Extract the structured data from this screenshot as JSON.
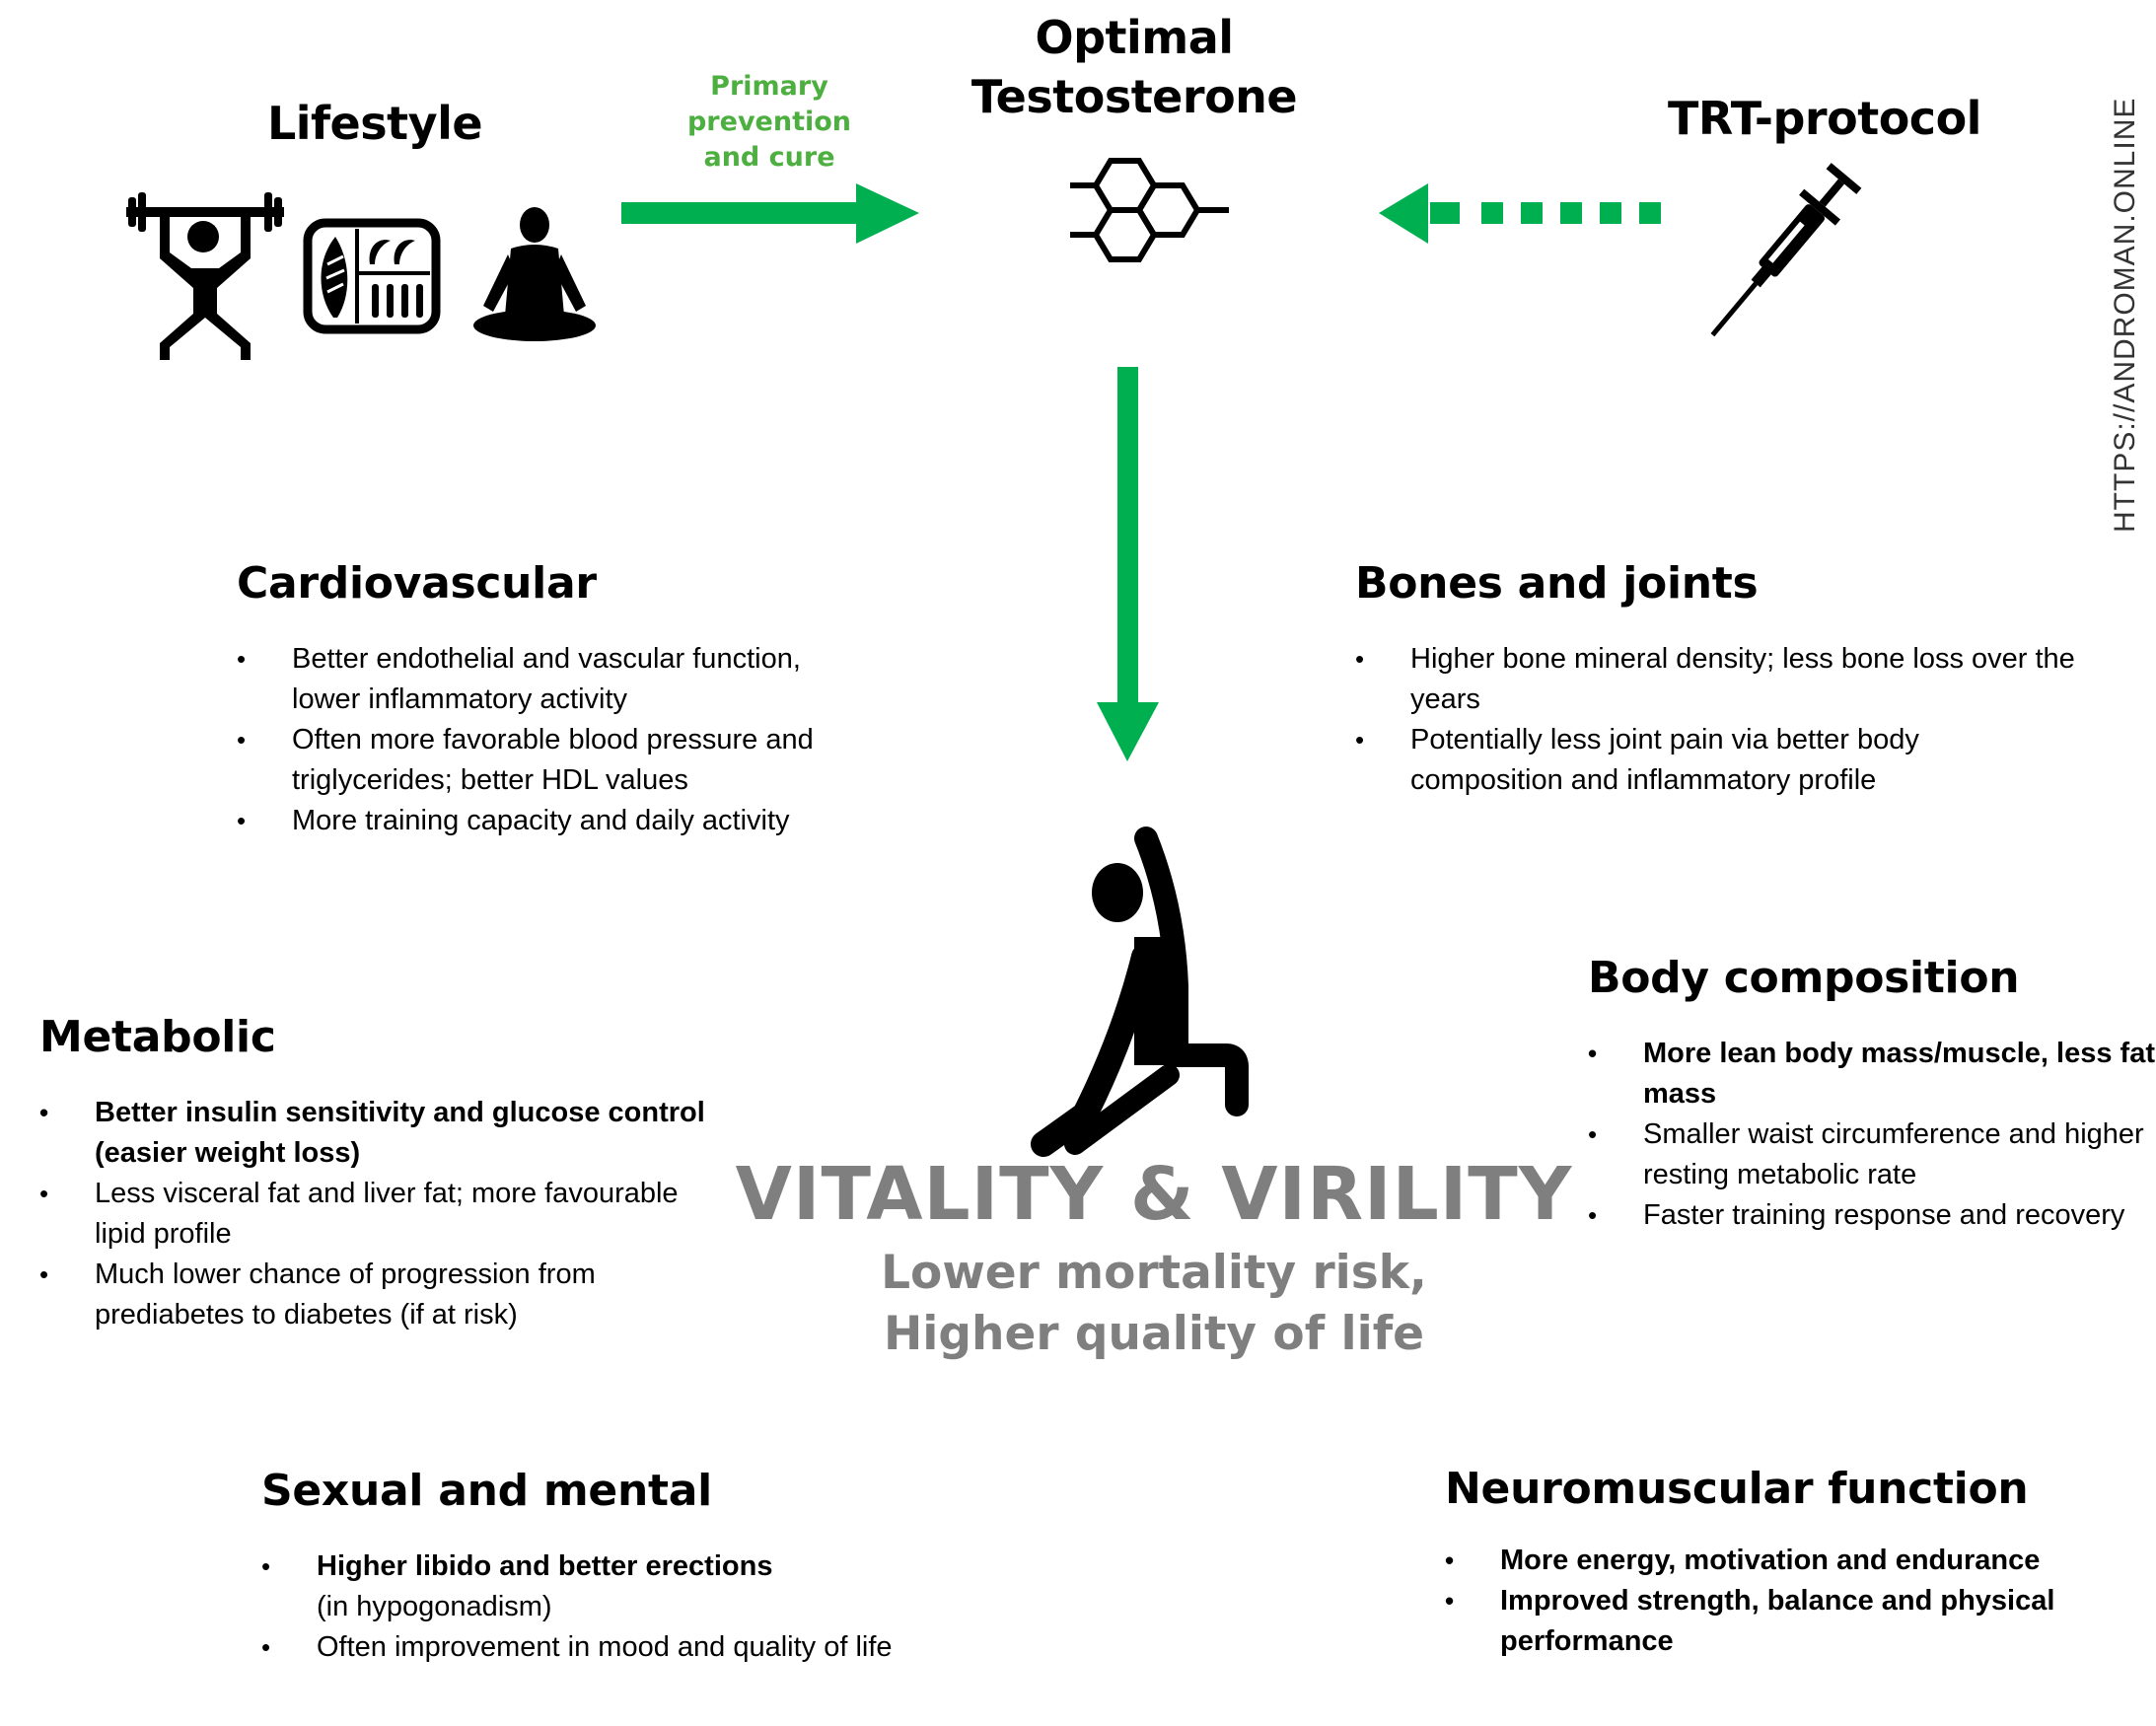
{
  "header": {
    "lifestyle_title": "Lifestyle",
    "center_title_line1": "Optimal",
    "center_title_line2": "Testosterone",
    "trt_title": "TRT-protocol",
    "arrow_label_line1": "Primary",
    "arrow_label_line2": "prevention",
    "arrow_label_line3": "and cure"
  },
  "icons": {
    "weightlifting": "weightlifter-icon",
    "nutrition": "meal-tray-icon",
    "meditation": "meditation-icon",
    "molecule": "steroid-molecule-icon",
    "syringe": "syringe-icon",
    "stretching": "stretching-person-icon"
  },
  "colors": {
    "arrow_green": "#00B050",
    "label_green": "#4CAF3F",
    "outcome_gray": "#7F7F7F"
  },
  "watermark": "HTTPS://ANDROMAN.ONLINE",
  "outcome": {
    "title": "VITALITY & VIRILITY",
    "line1": "Lower mortality risk,",
    "line2": "Higher quality of life"
  },
  "sections": {
    "cardiovascular": {
      "title": "Cardiovascular",
      "items": [
        {
          "text": "Better endothelial and vascular function, lower inflammatory activity",
          "bold": false
        },
        {
          "text": "Often more favorable blood pressure and triglycerides; better HDL values",
          "bold": false
        },
        {
          "text": "More training capacity and daily activity",
          "bold": false
        }
      ]
    },
    "bones": {
      "title": "Bones and joints",
      "items": [
        {
          "text": "Higher bone mineral density; less bone loss over the years",
          "bold": false
        },
        {
          "text": "Potentially less joint pain via better body composition and inflammatory profile",
          "bold": false
        }
      ]
    },
    "metabolic": {
      "title": "Metabolic",
      "items": [
        {
          "text": "Better insulin sensitivity and glucose control (easier weight loss)",
          "bold": true
        },
        {
          "text": "Less visceral fat and liver fat; more favourable lipid profile",
          "bold": false
        },
        {
          "text": "Much lower chance of progression from prediabetes to diabetes (if at risk)",
          "bold": false
        }
      ]
    },
    "body": {
      "title": "Body composition",
      "items": [
        {
          "text": "More lean body mass/muscle, less fat mass",
          "bold": true
        },
        {
          "text": "Smaller waist circumference and higher resting metabolic rate",
          "bold": false
        },
        {
          "text": "Faster training response and recovery",
          "bold": false
        }
      ]
    },
    "sexual": {
      "title": "Sexual and mental",
      "items": [
        {
          "text": "Higher libido and better erections",
          "bold": true,
          "suffix": "(in hypogonadism)"
        },
        {
          "text": "Often improvement in mood and quality of life",
          "bold": false
        }
      ]
    },
    "neuro": {
      "title": "Neuromuscular function",
      "items": [
        {
          "text": "More energy, motivation and endurance",
          "bold": true
        },
        {
          "text": "Improved strength, balance and physical performance",
          "bold": true
        }
      ]
    }
  }
}
